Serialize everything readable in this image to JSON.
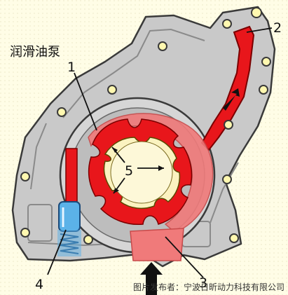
{
  "title": "润滑油泵",
  "callouts": {
    "c1": "1",
    "c2": "2",
    "c3": "3",
    "c4": "4",
    "c5": "5"
  },
  "credit": "图片发布者：宁波日昕动力科技有限公司",
  "colors": {
    "background": "#fffde6",
    "housing": "#c9c9c9",
    "housing_outline": "#3a3a3a",
    "oil_red": "#e8161b",
    "oil_pink": "#f07a7a",
    "relief_valve_blue": "#5bb2e8",
    "bolt_hole": "#fff8b0"
  }
}
